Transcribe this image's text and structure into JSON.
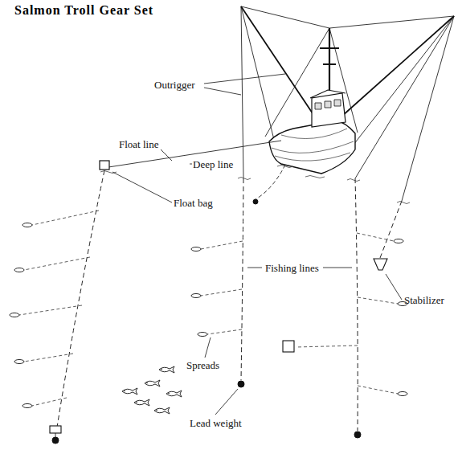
{
  "diagram": {
    "title": "Salmon Troll Gear Set",
    "labels": [
      "Outrigger",
      "Float line",
      "Deep line",
      "Float bag",
      "Fishing lines",
      "Stabilizer",
      "Spreads",
      "Lead weight"
    ]
  }
}
